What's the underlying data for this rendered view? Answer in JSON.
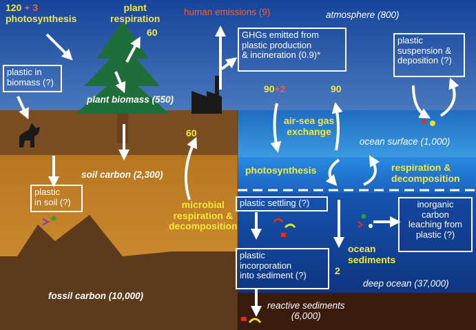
{
  "colors": {
    "sky_top": "#16449a",
    "sky_bottom": "#3f6fb8",
    "ocean_surface": "#2a86d4",
    "ocean_mid": "#1e6fc8",
    "deep_ocean": "#123e8e",
    "soil": "#c68428",
    "fossil": "#5a3a1c",
    "sediment": "#3a1c10",
    "label_yellow": "#f2e93a",
    "label_orange": "#f2603a"
  },
  "labels": {
    "photo_num_a": "120",
    "photo_plus": "+",
    "photo_num_b": "3",
    "photosynthesis": "photosynthesis",
    "plant_respiration": "plant\nrespiration",
    "plant_respiration_value": "60",
    "human_emissions": "human emissions (9)",
    "atmosphere": "atmosphere (800)",
    "ghg_box": "GHGs emitted from\nplastic production\n& incineration (0.9)*",
    "plastic_suspension_box": "plastic\nsuspension &\ndeposition (?)",
    "plastic_biomass_box": "plastic in\nbiomass (?)",
    "plant_biomass": "plant biomass (550)",
    "airsea_left_a": "90",
    "airsea_left_plus": "+2",
    "airsea_right": "90",
    "airsea_exchange": "air-sea gas\nexchange",
    "ocean_surface": "ocean surface (1,000)",
    "microbial_value": "60",
    "soil_carbon": "soil carbon (2,300)",
    "ocean_photosynthesis": "photosynthesis",
    "respiration_decomposition": "respiration &\ndecomposition",
    "plastic_soil_box": "plastic\nin soil (?)",
    "microbial": "microbial\nrespiration &\ndecomposition",
    "plastic_settling_box": "plastic settling (?)",
    "inorganic_box": "inorganic\ncarbon\nleaching from\nplastic (?)",
    "ocean_sediments": "ocean\nsediments",
    "ocean_sediments_value": "2",
    "plastic_incorporation_box": "plastic\nincorporation\ninto sediment (?)",
    "deep_ocean": "deep ocean (37,000)",
    "fossil_carbon": "fossil carbon (10,000)",
    "reactive_sediments": "reactive sediments\n(6,000)"
  }
}
